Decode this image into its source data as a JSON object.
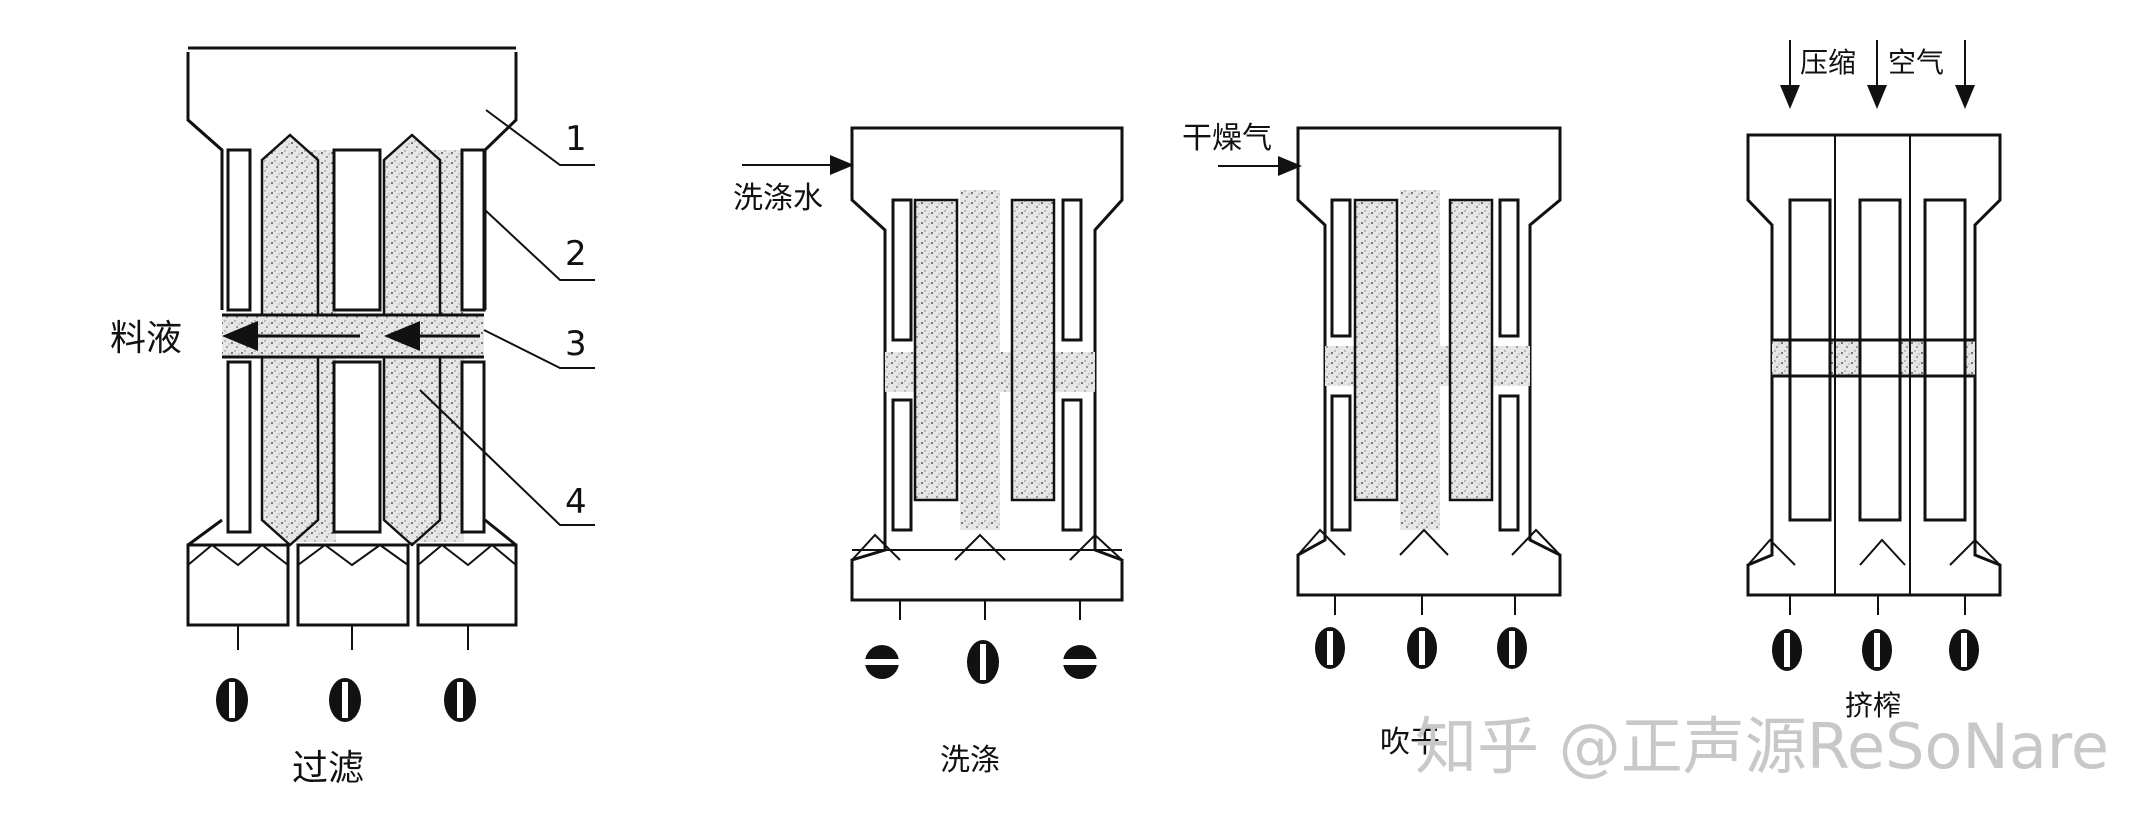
{
  "stages": [
    {
      "id": "filtration",
      "caption": "过滤",
      "inlet_label": "料液",
      "valve_states": [
        "open",
        "open",
        "open"
      ]
    },
    {
      "id": "washing",
      "caption": "洗涤",
      "inlet_label": "洗涤水",
      "valve_states": [
        "closed",
        "open",
        "closed"
      ]
    },
    {
      "id": "blowing",
      "caption": "吹干",
      "inlet_label": "干燥气",
      "valve_states": [
        "open",
        "open",
        "open"
      ]
    },
    {
      "id": "squeezing",
      "caption": "挤榨",
      "inlet_label": "压缩 空气",
      "valve_states": [
        "open",
        "open",
        "open"
      ]
    }
  ],
  "squeeze_labels": {
    "left": "压缩",
    "right": "空气"
  },
  "part_numbers": [
    "1",
    "2",
    "3",
    "4"
  ],
  "watermark": "知乎 @正声源ReSoNare"
}
